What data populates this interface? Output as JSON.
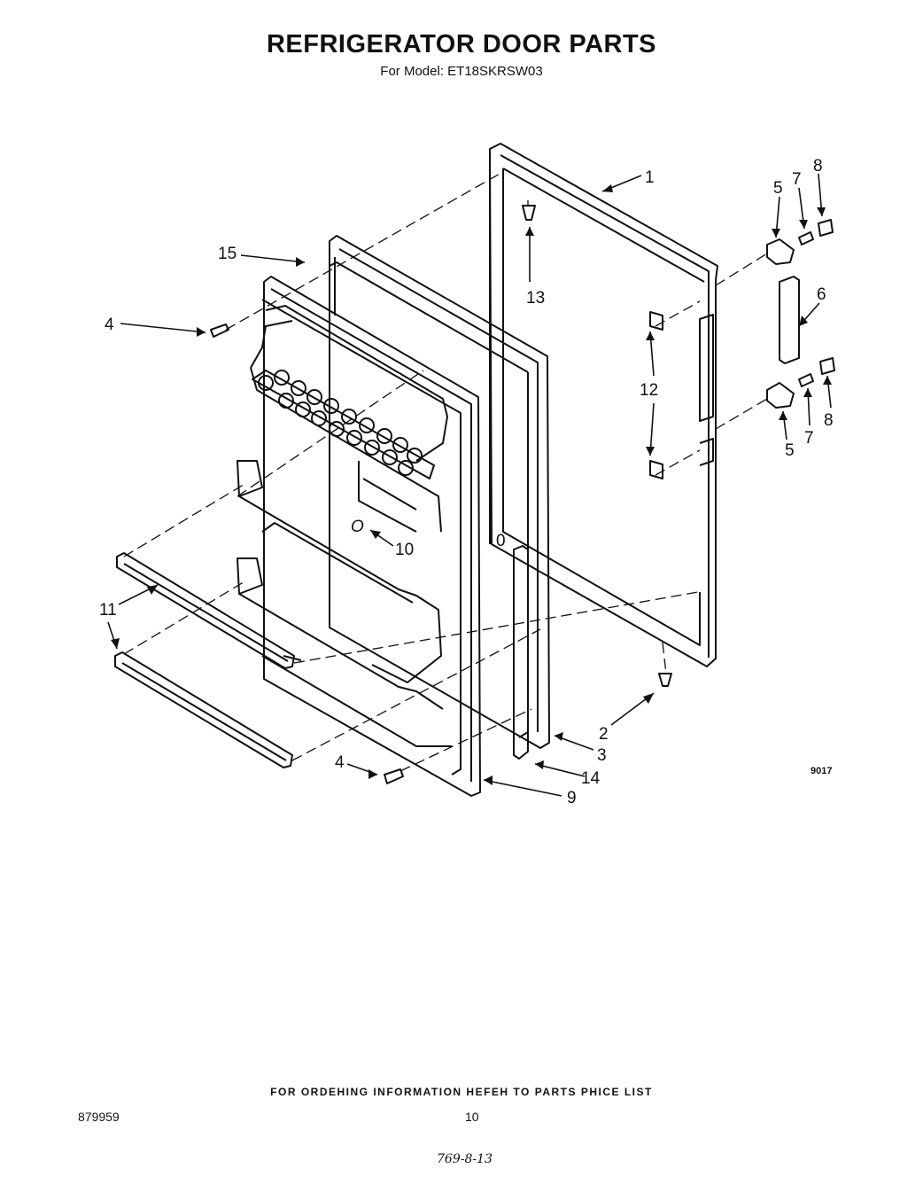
{
  "header": {
    "title": "REFRIGERATOR DOOR PARTS",
    "subtitle": "For Model: ET18SKRSW03"
  },
  "callouts": {
    "c1": "1",
    "c2": "2",
    "c3": "3",
    "c4a": "4",
    "c4b": "4",
    "c5a": "5",
    "c5b": "5",
    "c6": "6",
    "c7a": "7",
    "c7b": "7",
    "c8a": "8",
    "c8b": "8",
    "c9": "9",
    "c10": "10",
    "c11": "11",
    "c12": "12",
    "c13": "13",
    "c14": "14",
    "c15": "15"
  },
  "figure_code": "9017",
  "footer": {
    "ordering_note": "FOR ORDEHING INFORMATION HEFEH TO PARTS PHICE LIST",
    "doc_number": "879959",
    "page_number": "10",
    "handwritten": "769-8-13"
  }
}
